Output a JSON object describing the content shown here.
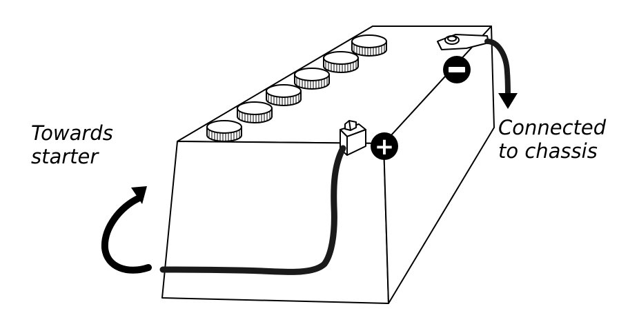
{
  "labels": {
    "starter": {
      "line1": "Towards",
      "line2": "starter"
    },
    "chassis": {
      "line1": "Connected",
      "line2": "to chassis"
    }
  },
  "terminals": {
    "positive": {
      "symbol": "+"
    },
    "negative": {
      "symbol": "−"
    }
  },
  "colors": {
    "ink": "#000000",
    "paper": "#ffffff",
    "cable": "#1a1a1a"
  },
  "cell_caps": {
    "count": 6
  }
}
